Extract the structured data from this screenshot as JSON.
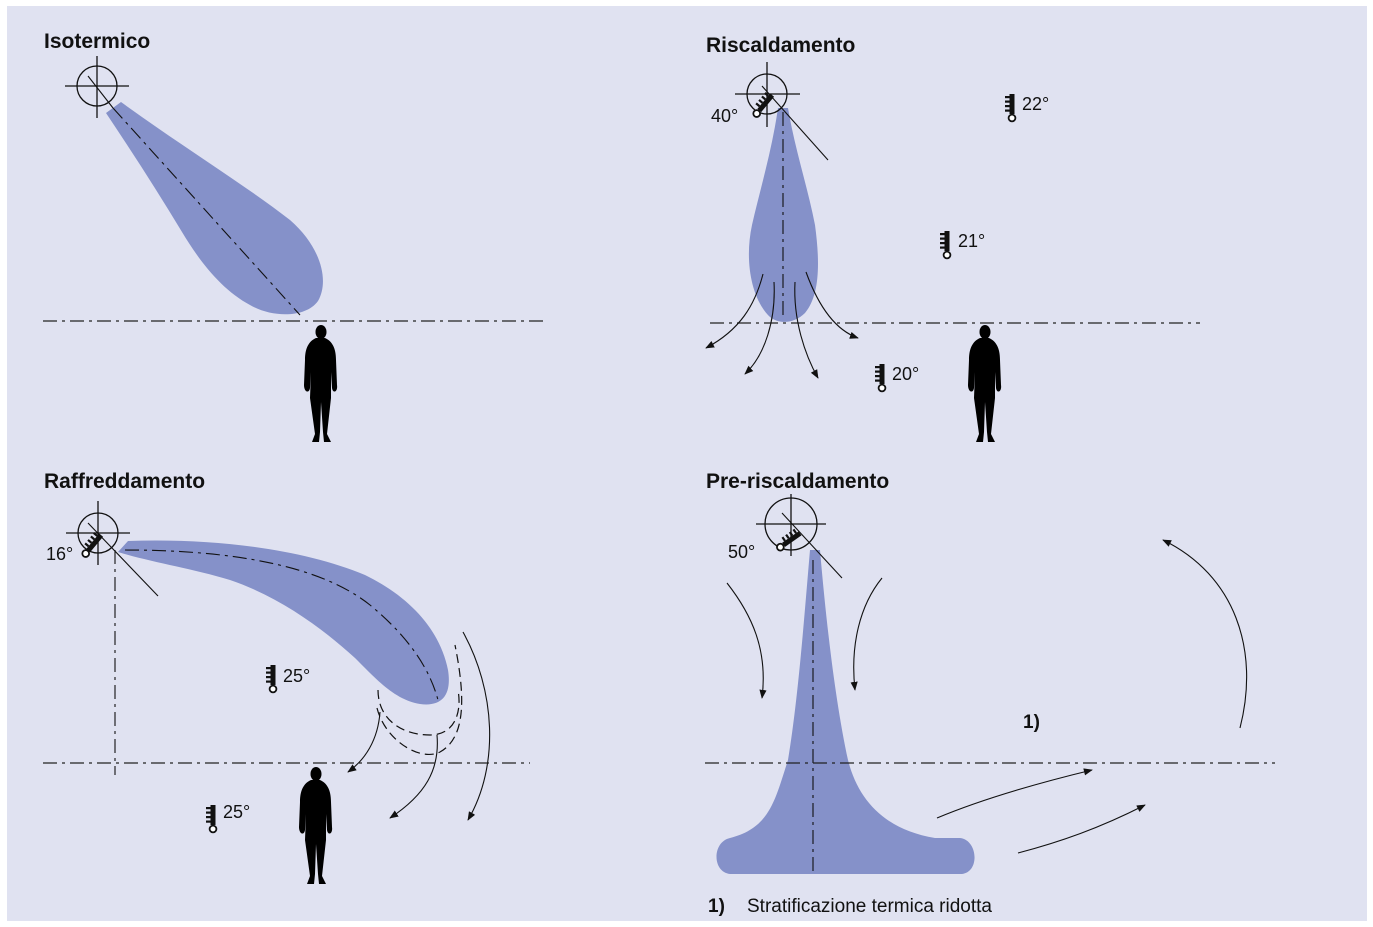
{
  "colors": {
    "background": "#e0e2f1",
    "jet": "#8591c9",
    "line": "#111111"
  },
  "panels": {
    "isotermico": {
      "title": "Isotermico"
    },
    "riscaldamento": {
      "title": "Riscaldamento",
      "outlet_temp": "40°",
      "temps": [
        "22°",
        "21°",
        "20°"
      ]
    },
    "raffreddamento": {
      "title": "Raffreddamento",
      "outlet_temp": "16°",
      "temps": [
        "25°",
        "25°"
      ]
    },
    "preriscaldamento": {
      "title": "Pre-riscaldamento",
      "outlet_temp": "50°",
      "marker": "1)"
    }
  },
  "footnote": {
    "number": "1)",
    "text": "Stratificazione termica ridotta"
  },
  "icons": [
    "crosshair-icon",
    "thermometer-icon",
    "person-icon",
    "arrow-icon"
  ]
}
